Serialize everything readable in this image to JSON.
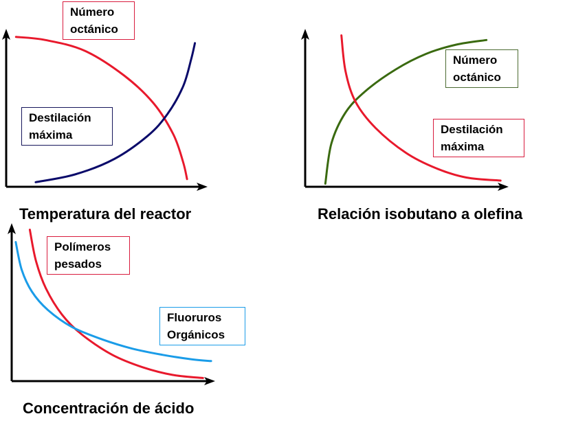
{
  "chart_data": [
    {
      "type": "line",
      "xlabel": "Temperatura del reactor",
      "ylabel": "",
      "series": [
        {
          "name": "Número octánico",
          "line1": "Número",
          "line2": "octánico",
          "color": "#e8192c",
          "x": [
            0.05,
            0.2,
            0.4,
            0.6,
            0.75,
            0.85,
            0.9,
            0.92
          ],
          "y": [
            0.97,
            0.95,
            0.88,
            0.72,
            0.54,
            0.34,
            0.16,
            0.05
          ]
        },
        {
          "name": "Destilación máxima",
          "line1": "Destilación",
          "line2": "máxima",
          "color": "#0a0a6a",
          "x": [
            0.15,
            0.35,
            0.55,
            0.72,
            0.82,
            0.9,
            0.94,
            0.96
          ],
          "y": [
            0.03,
            0.08,
            0.18,
            0.33,
            0.47,
            0.65,
            0.82,
            0.93
          ]
        }
      ]
    },
    {
      "type": "line",
      "xlabel": "Relación isobutano a olefina",
      "ylabel": "",
      "series": [
        {
          "name": "Número octánico",
          "line1": "Número",
          "line2": "octánico",
          "color": "#3a6a10",
          "x": [
            0.1,
            0.13,
            0.2,
            0.3,
            0.45,
            0.6,
            0.75,
            0.9
          ],
          "y": [
            0.02,
            0.28,
            0.48,
            0.62,
            0.76,
            0.86,
            0.92,
            0.95
          ]
        },
        {
          "name": "Destilación máxima",
          "line1": "Destilación",
          "line2": "máxima",
          "color": "#e8192c",
          "x": [
            0.18,
            0.2,
            0.25,
            0.35,
            0.5,
            0.65,
            0.8,
            0.97
          ],
          "y": [
            0.98,
            0.75,
            0.55,
            0.38,
            0.22,
            0.12,
            0.06,
            0.04
          ]
        }
      ]
    },
    {
      "type": "line",
      "xlabel": "Concentración de ácido",
      "ylabel": "",
      "series": [
        {
          "name": "Polímeros pesados",
          "line1": "Polímeros",
          "line2": "pesados",
          "color": "#e8192c",
          "x": [
            0.09,
            0.12,
            0.17,
            0.25,
            0.35,
            0.5,
            0.65,
            0.8,
            0.95
          ],
          "y": [
            0.98,
            0.78,
            0.6,
            0.43,
            0.3,
            0.17,
            0.09,
            0.04,
            0.02
          ]
        },
        {
          "name": "Fluoruros Orgánicos",
          "line1": "Fluoruros",
          "line2": "Orgánicos",
          "color": "#1a9ce8",
          "x": [
            0.02,
            0.05,
            0.1,
            0.18,
            0.3,
            0.45,
            0.6,
            0.75,
            0.9,
            0.99
          ],
          "y": [
            0.9,
            0.72,
            0.58,
            0.46,
            0.35,
            0.27,
            0.21,
            0.17,
            0.14,
            0.13
          ]
        }
      ]
    }
  ]
}
